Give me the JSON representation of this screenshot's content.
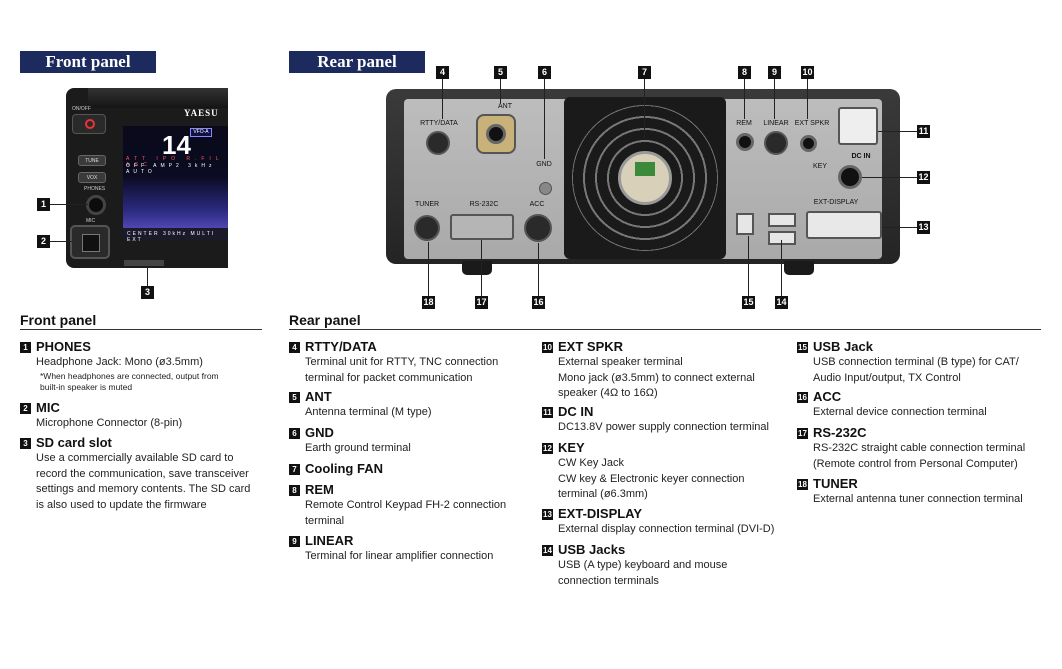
{
  "tabs": {
    "front": "Front panel",
    "rear": "Rear panel"
  },
  "front_unit": {
    "brand": "YAESU",
    "onoff": "ON/OFF",
    "freq": "14",
    "vfo": "VFO-A",
    "row1": "ATT IPO R.FIL AGC",
    "row2": "OFF AMP2 3kHz AUTO",
    "bottom": "CENTER 30kHz MULTI EXT",
    "btn_tune": "TUNE",
    "btn_vox": "VOX",
    "phones": "PHONES",
    "mic": "MIC"
  },
  "rear_unit": {
    "rtty": "RTTY/DATA",
    "ant": "ANT",
    "gnd": "GND",
    "rem": "REM",
    "linear": "LINEAR",
    "ext_spkr": "EXT SPKR",
    "dc_in": "DC IN",
    "key": "KEY",
    "tuner": "TUNER",
    "rs232c": "RS-232C",
    "acc": "ACC",
    "ext_display": "EXT-DISPLAY"
  },
  "badges": [
    "1",
    "2",
    "3",
    "4",
    "5",
    "6",
    "7",
    "8",
    "9",
    "10",
    "11",
    "12",
    "13",
    "14",
    "15",
    "16",
    "17",
    "18"
  ],
  "front_section": {
    "heading": "Front panel",
    "items": [
      {
        "num": "1",
        "title": "PHONES",
        "desc": "Headphone Jack: Mono (ø3.5mm)",
        "note": "*When headphones are connected, output from\nbuilt-in speaker is muted"
      },
      {
        "num": "2",
        "title": "MIC",
        "desc": "Microphone Connector (8-pin)"
      },
      {
        "num": "3",
        "title": "SD card slot",
        "desc": "Use a commercially available SD card to\nrecord the communication, save transceiver\nsettings and memory contents. The SD card\nis also used to update the firmware"
      }
    ]
  },
  "rear_section": {
    "heading": "Rear panel",
    "col1": [
      {
        "num": "4",
        "title": "RTTY/DATA",
        "desc": "Terminal unit for RTTY, TNC connection\nterminal for packet communication"
      },
      {
        "num": "5",
        "title": "ANT",
        "desc": "Antenna terminal (M type)"
      },
      {
        "num": "6",
        "title": "GND",
        "desc": "Earth ground terminal"
      },
      {
        "num": "7",
        "title": "Cooling FAN",
        "desc": ""
      },
      {
        "num": "8",
        "title": "REM",
        "desc": "Remote Control Keypad FH-2 connection\nterminal"
      },
      {
        "num": "9",
        "title": "LINEAR",
        "desc": "Terminal for linear amplifier connection"
      }
    ],
    "col2": [
      {
        "num": "10",
        "title": "EXT SPKR",
        "desc": "External speaker terminal\nMono jack (ø3.5mm) to connect external\nspeaker (4Ω to 16Ω)"
      },
      {
        "num": "11",
        "title": "DC IN",
        "desc": "DC13.8V power supply connection terminal"
      },
      {
        "num": "12",
        "title": "KEY",
        "desc": "CW Key Jack\nCW key & Electronic keyer connection\nterminal (ø6.3mm)"
      },
      {
        "num": "13",
        "title": "EXT-DISPLAY",
        "desc": "External display connection terminal (DVI-D)"
      },
      {
        "num": "14",
        "title": "USB Jacks",
        "desc": "USB (A type) keyboard and mouse\nconnection terminals"
      }
    ],
    "col3": [
      {
        "num": "15",
        "title": "USB Jack",
        "desc": "USB connection terminal (B type) for CAT/\nAudio Input/output, TX Control"
      },
      {
        "num": "16",
        "title": "ACC",
        "desc": "External device connection terminal"
      },
      {
        "num": "17",
        "title": "RS-232C",
        "desc": "RS-232C straight cable connection terminal\n(Remote control from Personal Computer)"
      },
      {
        "num": "18",
        "title": "TUNER",
        "desc": "External antenna tuner connection terminal"
      }
    ]
  }
}
